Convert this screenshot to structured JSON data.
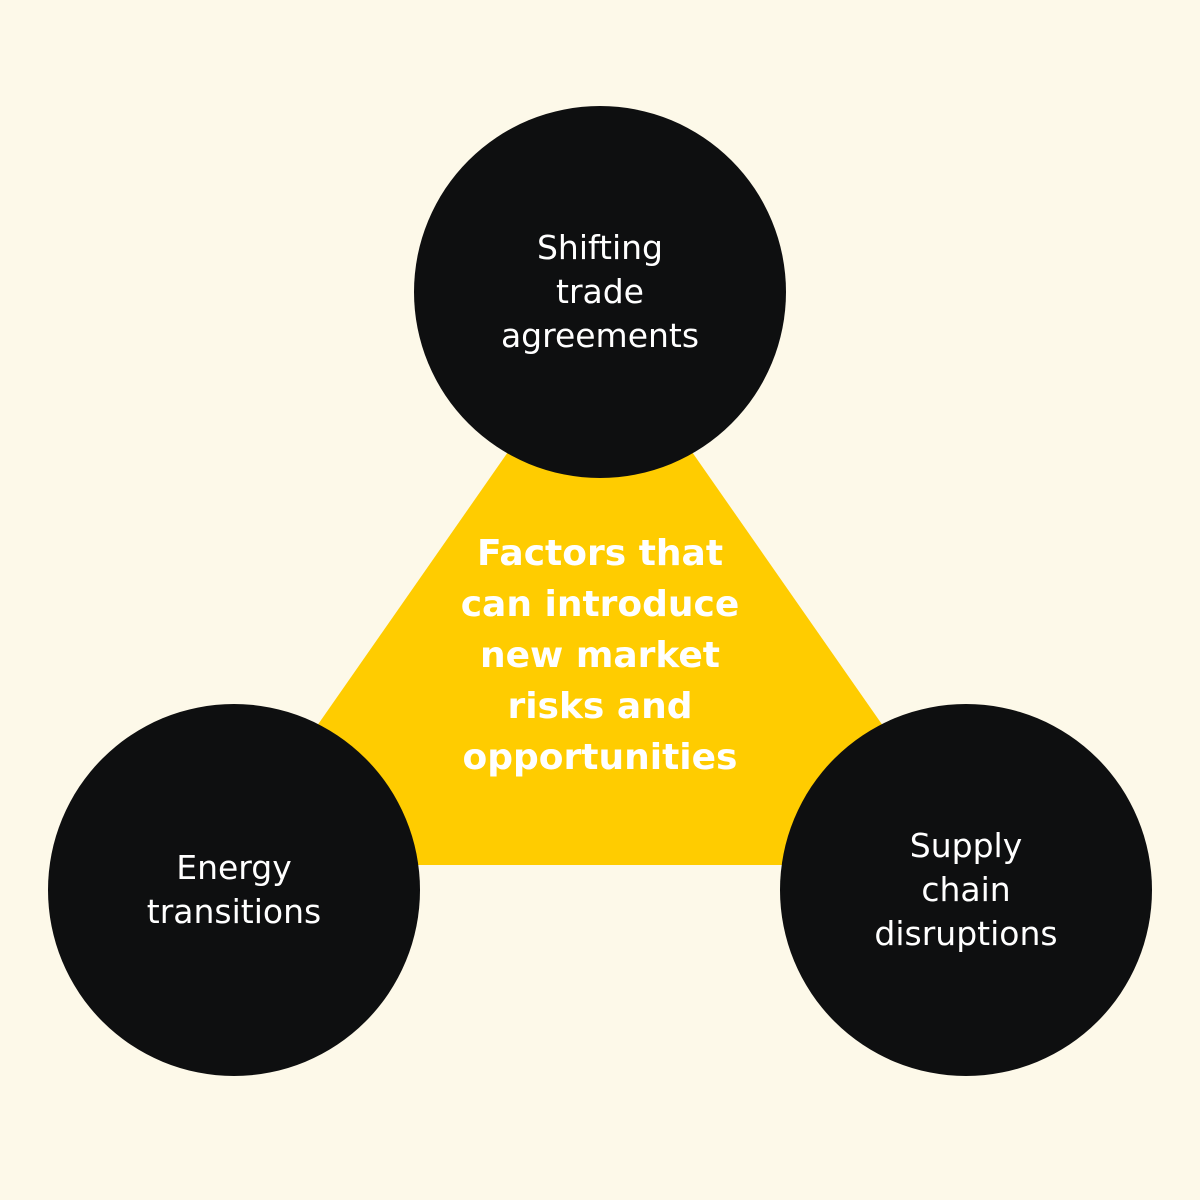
{
  "colors": {
    "background": "#fdf9e9",
    "triangle": "#ffcc00",
    "circle": "#0e0f10",
    "text": "#ffffff"
  },
  "center": {
    "lines": [
      "Factors that",
      "can introduce",
      "new market",
      "risks and",
      "opportunities"
    ]
  },
  "nodes": {
    "top": {
      "lines": [
        "Shifting",
        "trade",
        "agreements"
      ]
    },
    "left": {
      "lines": [
        "Energy",
        "transitions"
      ]
    },
    "right": {
      "lines": [
        "Supply",
        "chain",
        "disruptions"
      ]
    }
  }
}
